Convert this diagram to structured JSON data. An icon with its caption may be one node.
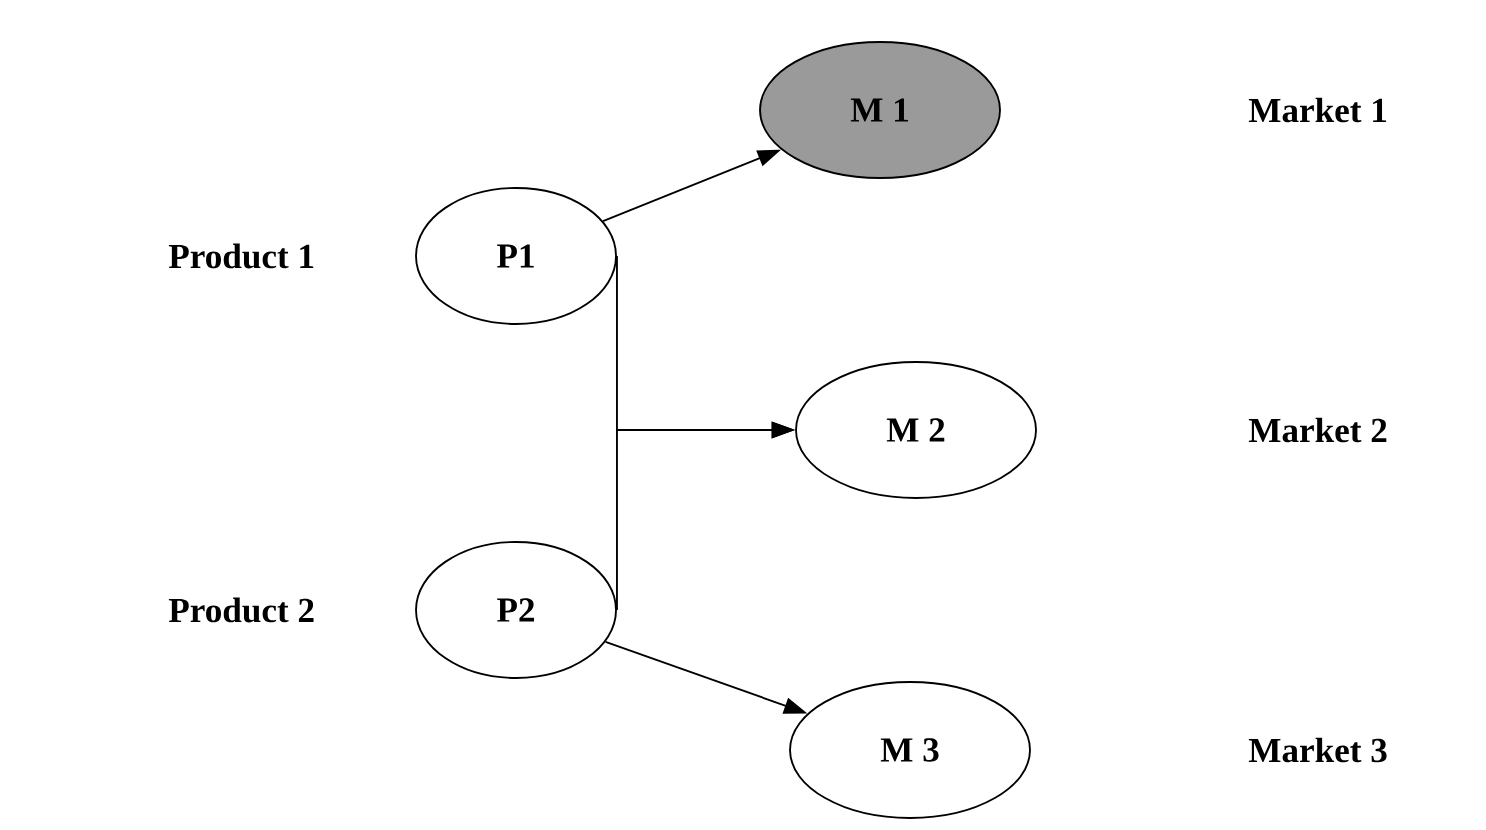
{
  "diagram": {
    "nodes": [
      {
        "text": [
          "P1"
        ],
        "beside": [
          "Product  1"
        ]
      },
      {
        "text": [
          "P2"
        ],
        "beside": [
          "Product  2"
        ]
      },
      {
        "text": [
          "M  1"
        ]
      },
      {
        "text": [
          "M  2"
        ]
      },
      {
        "text": [
          "M  3"
        ]
      }
    ],
    "labels": [
      "Market  1",
      "Market  2",
      "Market  3"
    ],
    "edges": [
      {
        "from": 0,
        "to": 2,
        "arrow": "to"
      },
      {
        "from": 0,
        "to": 3,
        "arrow": "to"
      },
      {
        "from": 1,
        "to": 3,
        "arrow": "to"
      },
      {
        "from": 1,
        "to": 4,
        "arrow": "to"
      }
    ]
  }
}
